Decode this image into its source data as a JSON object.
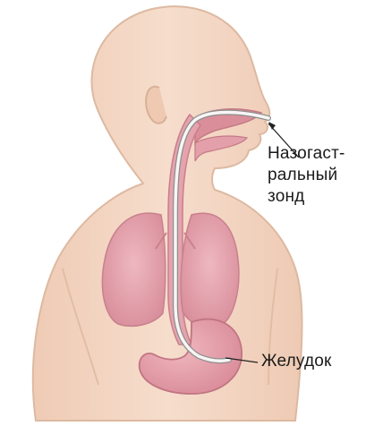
{
  "labels": {
    "tube_line1": "Назогаст-",
    "tube_line2": "ральный",
    "tube_line3": "зонд",
    "stomach": "Желудок"
  },
  "colors": {
    "skin": "#f3d6c2",
    "skin_outline": "#d9b59c",
    "lung": "#e6a9b2",
    "organ": "#e7a2ab",
    "organ_outline": "#c9848f",
    "tube": "#f7f4f3"
  }
}
